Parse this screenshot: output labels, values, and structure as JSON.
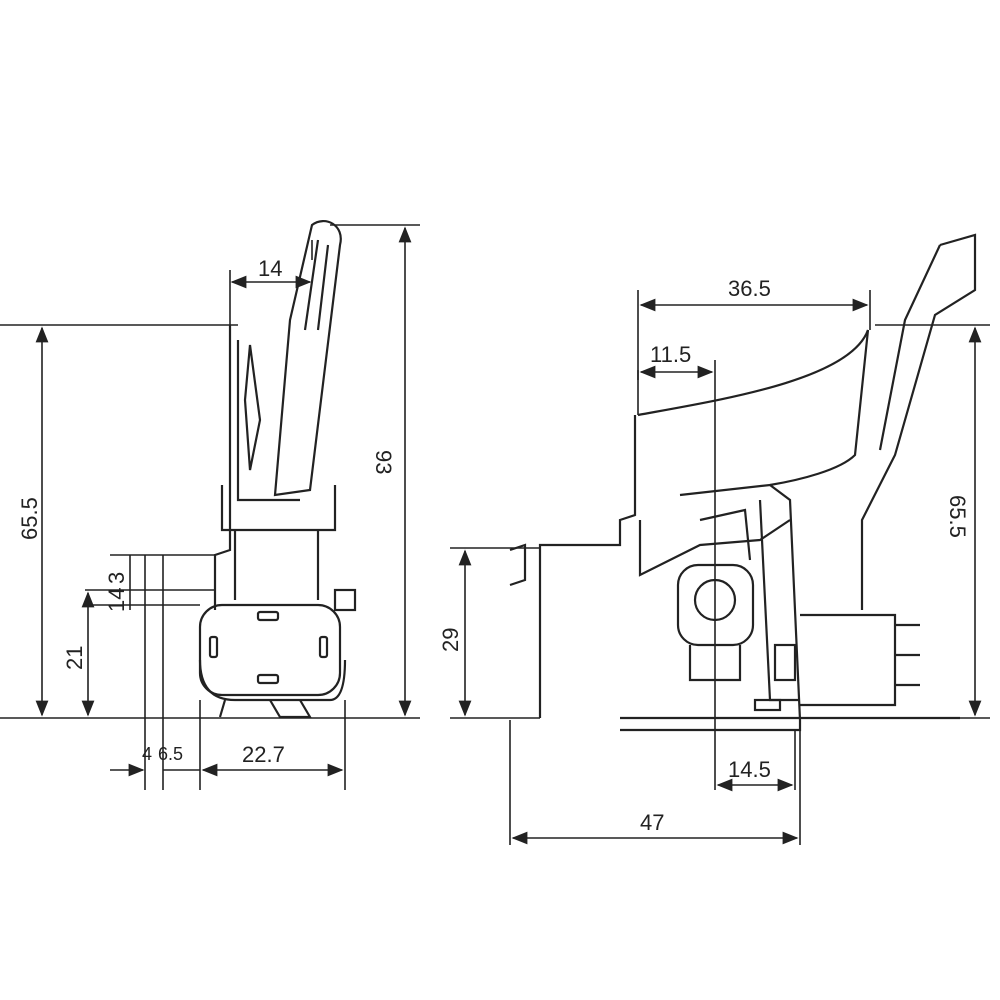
{
  "title": "Trigger switch dimension drawing",
  "left_view": {
    "top_width": "14",
    "total_height": "93",
    "body_height": "65.5",
    "lower_height": "21",
    "offset_14": "14",
    "offset_3": "3",
    "pin_4": "4",
    "pin_6_5": "6.5",
    "base_width": "22.7"
  },
  "right_view": {
    "trigger_width": "36.5",
    "trigger_offset": "11.5",
    "body_height": "65.5",
    "lower_height": "29",
    "pivot_offset": "14.5",
    "total_length": "47"
  }
}
